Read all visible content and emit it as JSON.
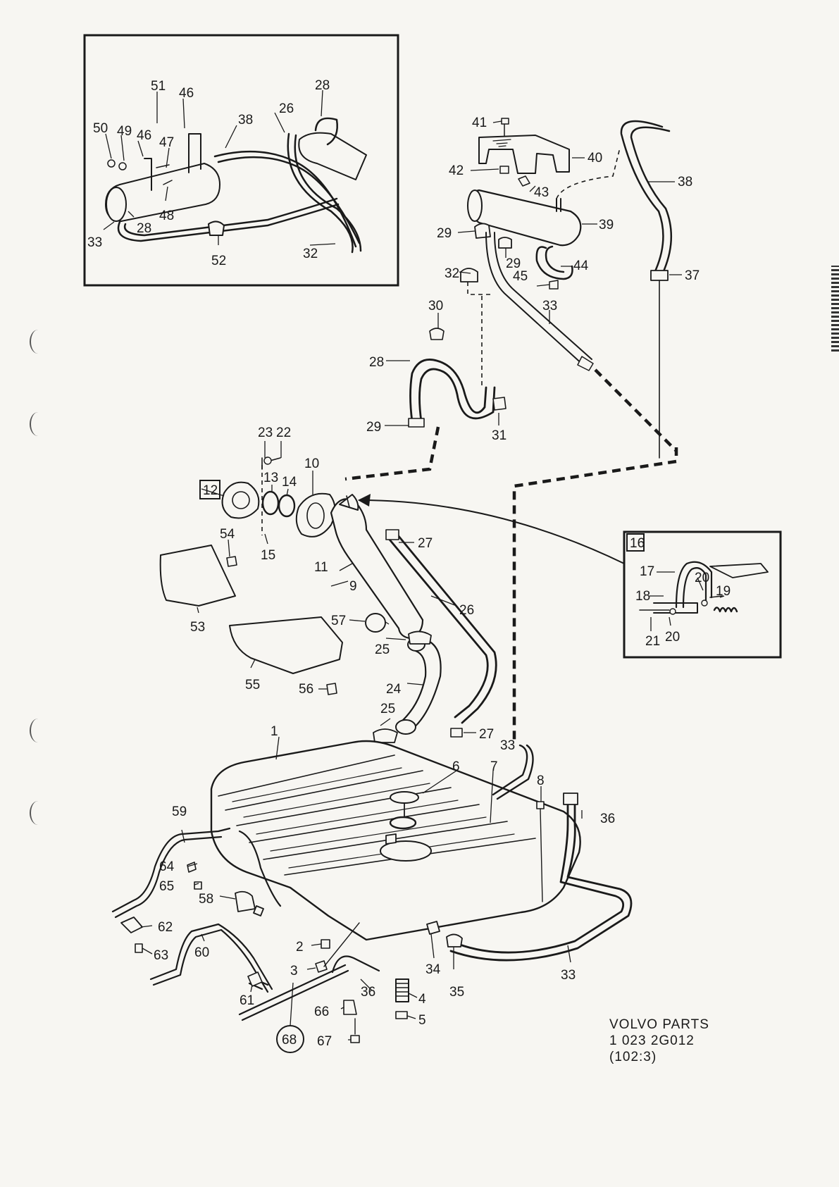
{
  "reference": {
    "line1": "VOLVO PARTS",
    "line2": "1 023 2G012",
    "line3": "(102:3)"
  },
  "inset_top_labels": [
    "51",
    "46",
    "28",
    "50",
    "49",
    "46",
    "47",
    "38",
    "26",
    "48",
    "33",
    "28",
    "52",
    "32"
  ],
  "inset_16_label": "16",
  "inset_16_parts": [
    "17",
    "20",
    "19",
    "18",
    "21",
    "20"
  ],
  "main_labels": {
    "p41": "41",
    "p40": "40",
    "p42": "42",
    "p43": "43",
    "p38": "38",
    "p39": "39",
    "p29a": "29",
    "p29b": "29",
    "p44": "44",
    "p32": "32",
    "p45": "45",
    "p37": "37",
    "p30": "30",
    "p33a": "33",
    "p28": "28",
    "p29c": "29",
    "p31": "31",
    "p23": "23",
    "p22": "22",
    "p12": "12",
    "p13": "13",
    "p14": "14",
    "p10": "10",
    "p15": "15",
    "p27a": "27",
    "p54": "54",
    "p11": "11",
    "p9": "9",
    "p26": "26",
    "p57": "57",
    "p25a": "25",
    "p53": "53",
    "p55": "55",
    "p24": "24",
    "p56": "56",
    "p25b": "25",
    "p27b": "27",
    "p1": "1",
    "p33b": "33",
    "p6": "6",
    "p7": "7",
    "p8": "8",
    "p36a": "36",
    "p59": "59",
    "p64": "64",
    "p65": "65",
    "p58": "58",
    "p62": "62",
    "p63": "63",
    "p60": "60",
    "p2": "2",
    "p3": "3",
    "p34": "34",
    "p35": "35",
    "p33c": "33",
    "p61": "61",
    "p36b": "36",
    "p4": "4",
    "p66": "66",
    "p5": "5",
    "p68": "68",
    "p67": "67"
  }
}
